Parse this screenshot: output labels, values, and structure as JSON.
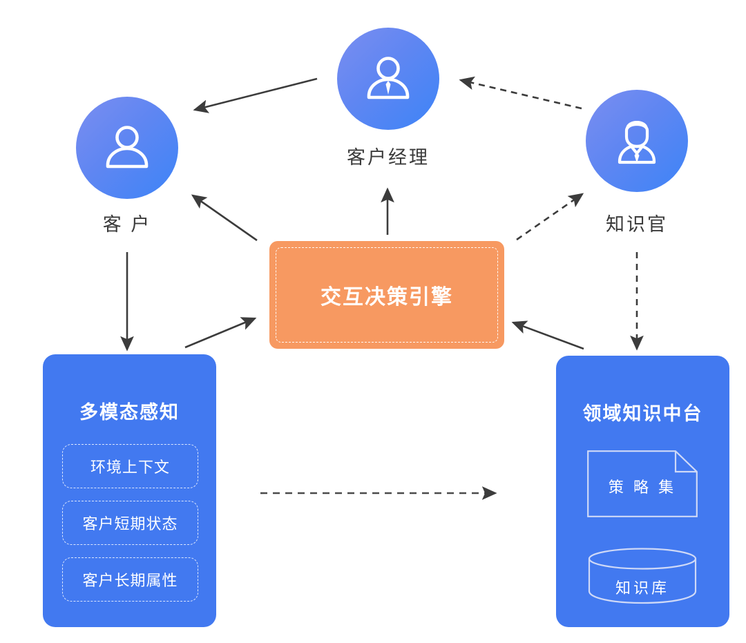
{
  "diagram": {
    "title_colors": {
      "engine_bg": "#f79961",
      "panel_bg": "#4279f0",
      "circle_gradient_from": "#7b8ef0",
      "circle_gradient_to": "#3d84f7",
      "arrow": "#3c3c3c",
      "label_text": "#3a3a3a"
    },
    "actors": [
      {
        "id": "customer",
        "label": "客 户",
        "icon": "user-avatar-icon"
      },
      {
        "id": "manager",
        "label": "客户经理",
        "icon": "user-tie-avatar-icon"
      },
      {
        "id": "knowledge",
        "label": "知识官",
        "icon": "officer-avatar-icon"
      }
    ],
    "engine": {
      "label": "交互决策引擎"
    },
    "left_panel": {
      "title": "多模态感知",
      "chips": [
        {
          "label": "环境上下文"
        },
        {
          "label": "客户短期状态"
        },
        {
          "label": "客户长期属性"
        }
      ]
    },
    "right_panel": {
      "title": "领域知识中台",
      "document": {
        "label": "策 略 集",
        "icon": "document-icon"
      },
      "database": {
        "label": "知识库",
        "icon": "database-cylinder-icon"
      }
    },
    "connections": [
      {
        "from": "manager",
        "to": "customer",
        "style": "solid"
      },
      {
        "from": "knowledge",
        "to": "manager",
        "style": "dashed"
      },
      {
        "from": "engine",
        "to": "customer",
        "style": "solid"
      },
      {
        "from": "engine",
        "to": "manager",
        "style": "solid"
      },
      {
        "from": "engine",
        "to": "knowledge",
        "style": "dashed"
      },
      {
        "from": "customer",
        "to": "left_panel",
        "style": "solid"
      },
      {
        "from": "left_panel",
        "to": "engine",
        "style": "solid"
      },
      {
        "from": "right_panel",
        "to": "engine",
        "style": "solid"
      },
      {
        "from": "knowledge",
        "to": "right_panel",
        "style": "dashed"
      },
      {
        "from": "left_panel",
        "to": "right_panel",
        "style": "dashed"
      }
    ]
  }
}
